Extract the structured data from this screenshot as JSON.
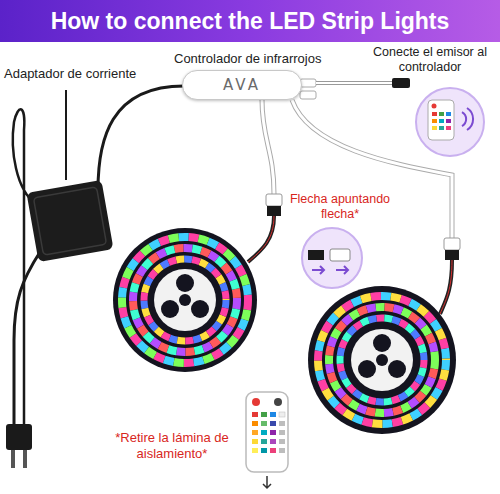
{
  "diagram": {
    "title": "How to connect the LED Strip Lights",
    "nodes": [
      {
        "text": [
          "AVA"
        ]
      }
    ],
    "labels": [
      "Controlador de infrarrojos",
      "Conecte el emisor al controlador",
      "Adaptador de corriente",
      "Flecha apuntando flecha*",
      "*Retire la lámina de aislamiento*"
    ]
  }
}
